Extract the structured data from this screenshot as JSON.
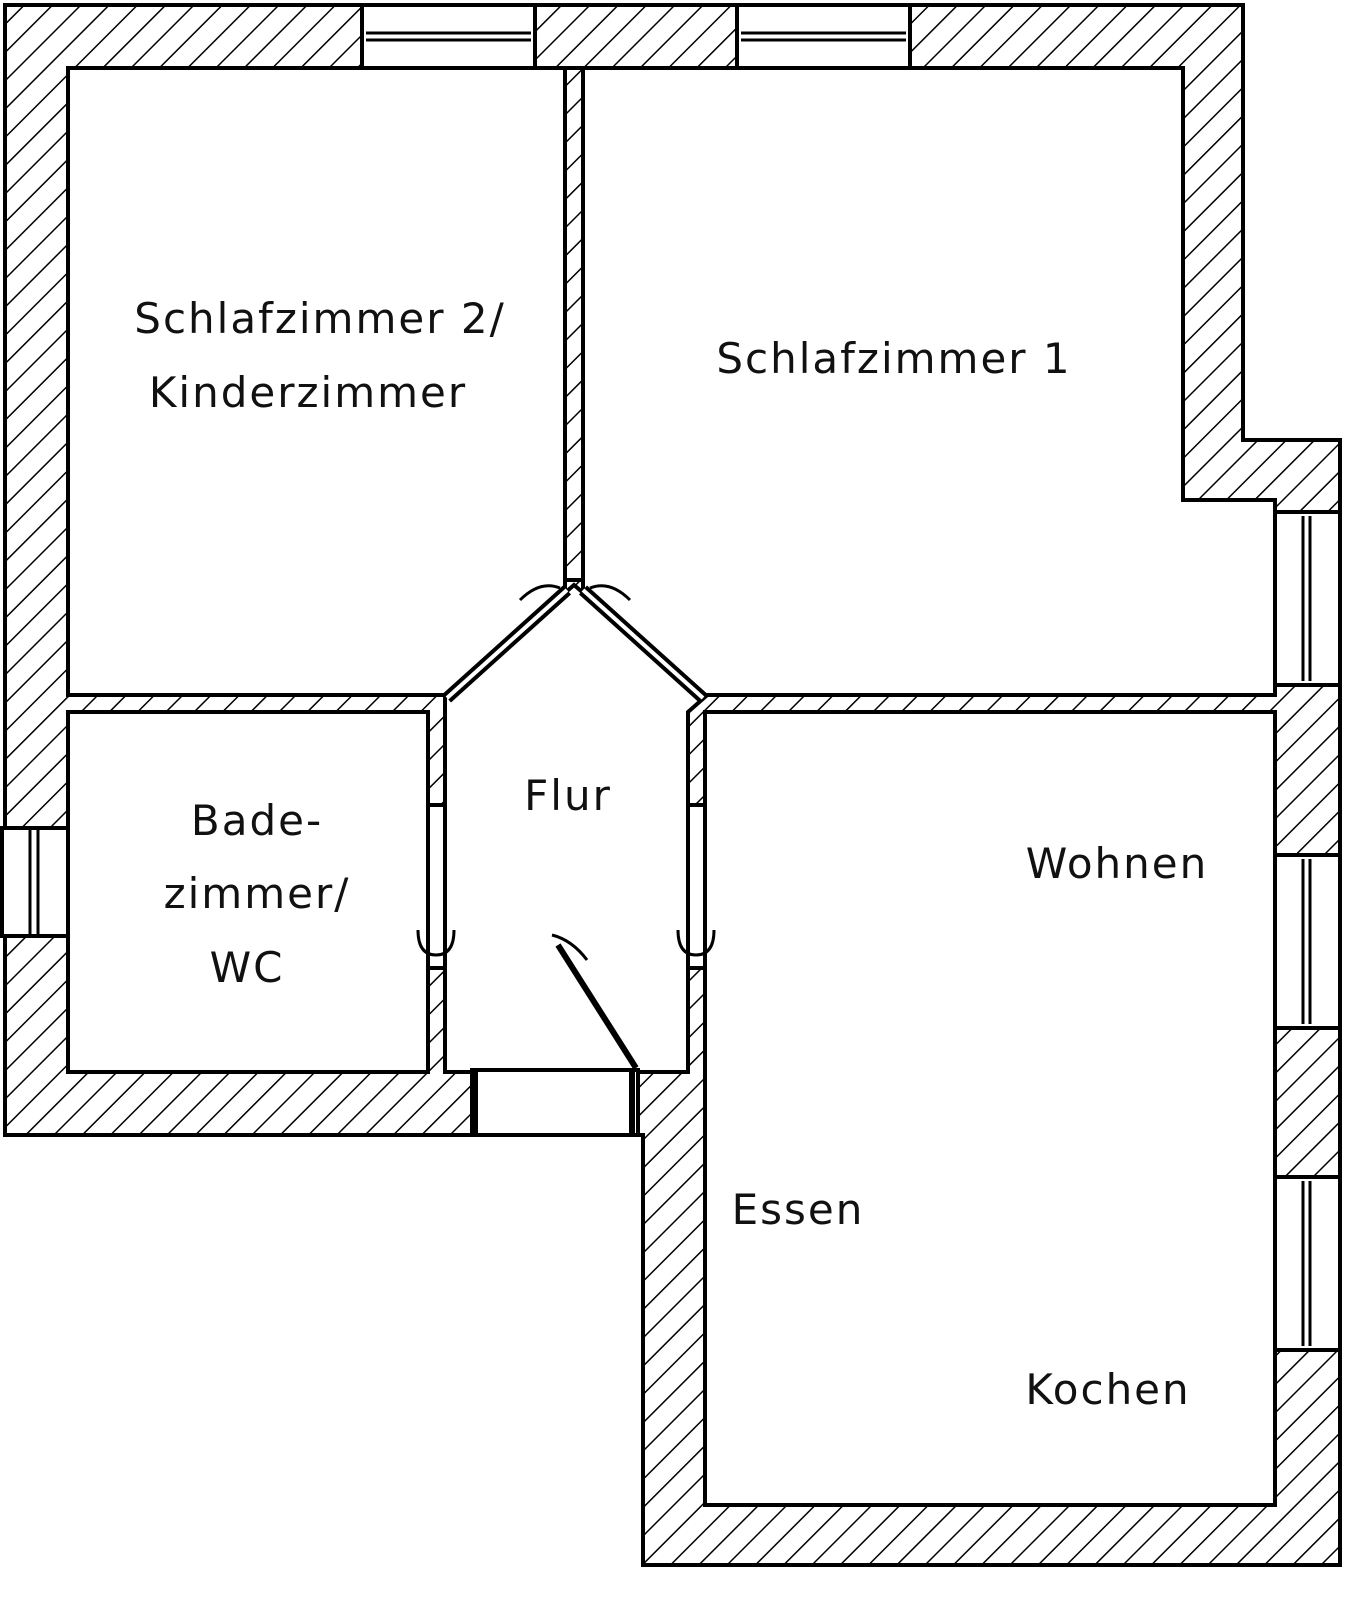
{
  "plan": {
    "rooms": {
      "bedroom2_line1": "Schlafzimmer 2/",
      "bedroom2_line2": "Kinderzimmer",
      "bedroom1": "Schlafzimmer 1",
      "bath_line1": "Bade-",
      "bath_line2": "zimmer/",
      "bath_line3": "WC",
      "hall": "Flur",
      "living": "Wohnen",
      "dining": "Essen",
      "kitchen": "Kochen"
    },
    "colors": {
      "line": "#000000",
      "background": "#ffffff"
    }
  }
}
